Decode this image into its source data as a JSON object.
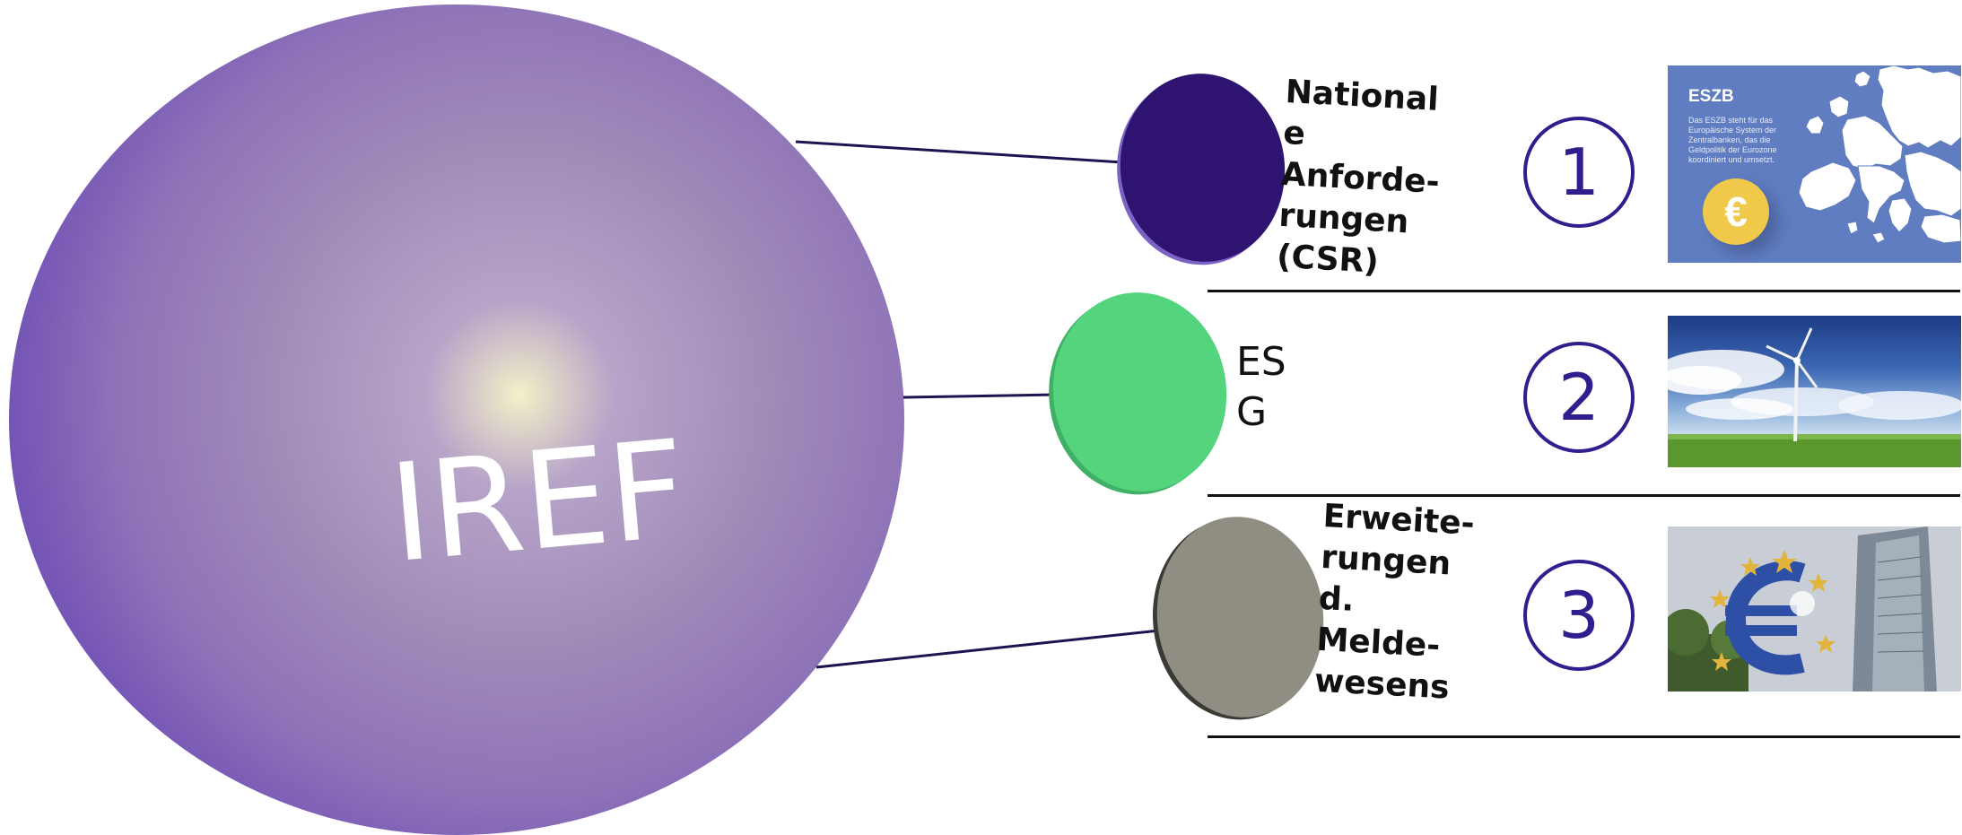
{
  "diagram": {
    "center": {
      "label": "IREF"
    },
    "categories": [
      {
        "number": "1",
        "label": "National\ne\nAnforde-\nrungen\n(CSR)",
        "image": "eszb-info-card"
      },
      {
        "number": "2",
        "label": "ES\nG",
        "image": "wind-turbine-photo"
      },
      {
        "number": "3",
        "label": "Erweite-\nrungen\nd.\nMelde-\nwesens",
        "image": "ecb-euro-sculpture-photo"
      }
    ],
    "eszb_card": {
      "title": "ESZB",
      "text": "Das ESZB steht für das Europäische System der Zentralbanken, das die Geldpolitik der Eurozone koordiniert und umsetzt.",
      "coin_symbol": "€"
    }
  },
  "colors": {
    "main_circle": "#6343b0",
    "circle_1": "#2e1370",
    "circle_2": "#55d47e",
    "circle_3": "#908e82",
    "number_ring": "#2f1e8e",
    "eszb_card": "#5f7dc0",
    "coin": "#f1c94a"
  }
}
